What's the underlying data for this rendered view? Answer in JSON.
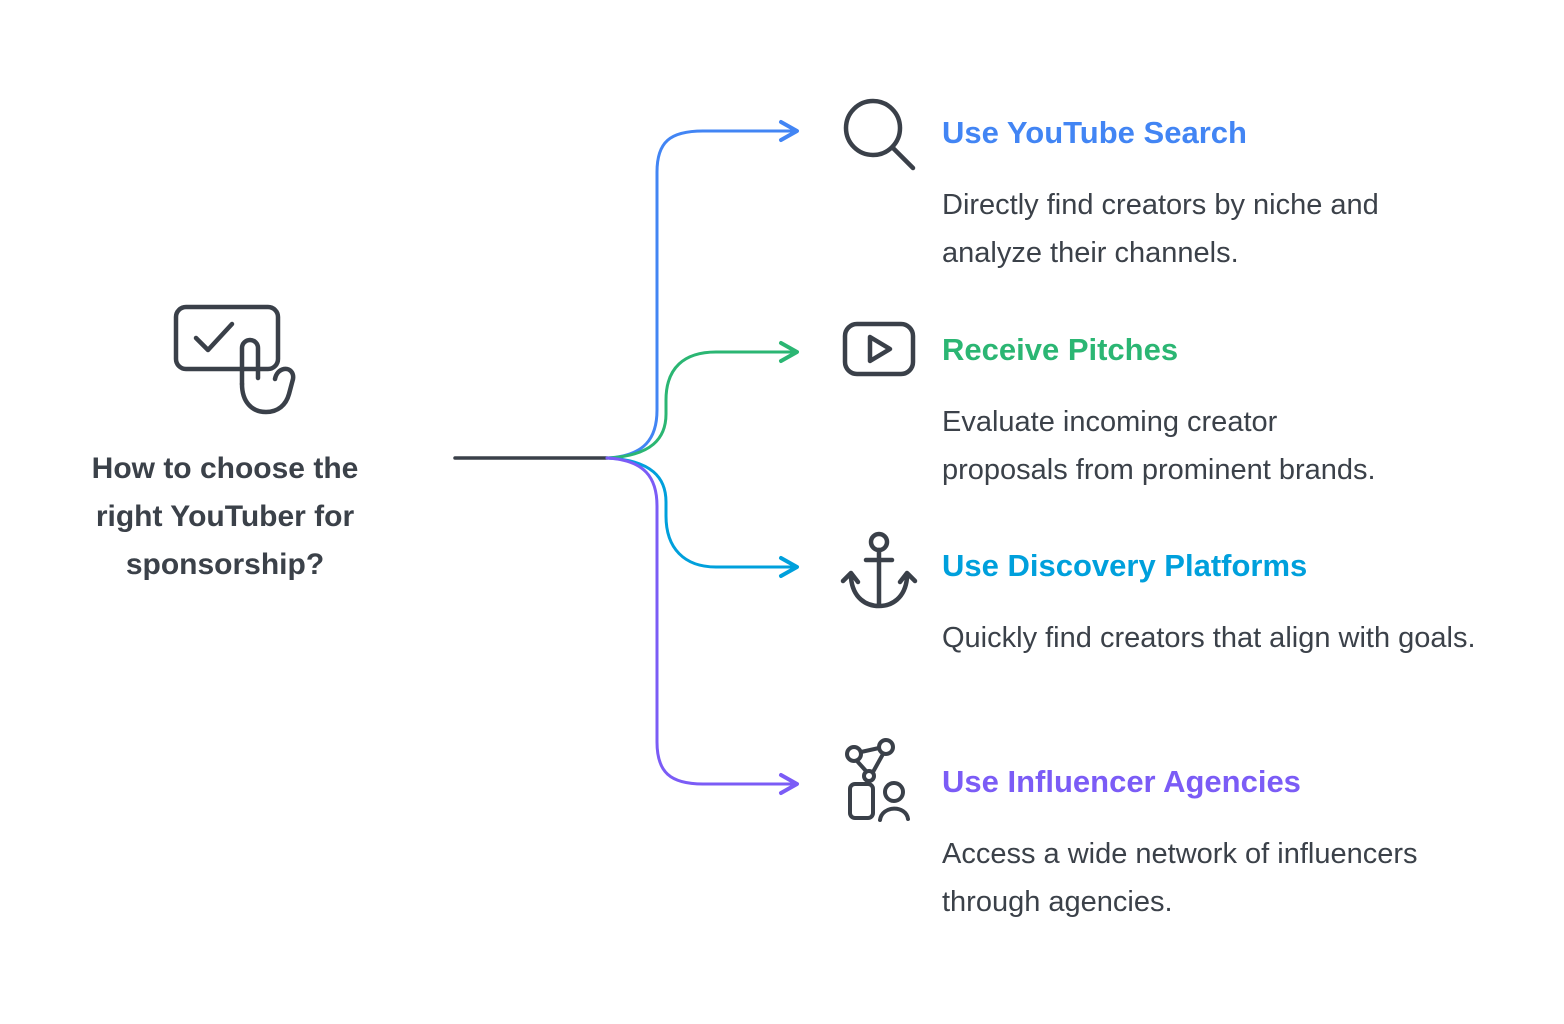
{
  "root": {
    "title": "How to choose the right YouTuber for sponsorship?",
    "icon": "tap-checkbox-icon",
    "text_color": "#3b4149"
  },
  "branches": [
    {
      "label": "Use YouTube Search",
      "description": "Directly find creators by niche and analyze their channels.",
      "icon": "search-icon",
      "color": "#4285f4"
    },
    {
      "label": "Receive Pitches",
      "description": "Evaluate incoming creator proposals from prominent brands.",
      "icon": "video-play-icon",
      "color": "#2bb673"
    },
    {
      "label": "Use Discovery Platforms",
      "description": "Quickly find creators that align with goals.",
      "icon": "anchor-icon",
      "color": "#00a0dc"
    },
    {
      "label": "Use Influencer Agencies",
      "description": "Access a wide network of influencers through agencies.",
      "icon": "influencer-network-icon",
      "color": "#7b5cf6"
    }
  ],
  "connector_colors": {
    "trunk": "#3a4049",
    "branch1": "#4285f4",
    "branch2": "#2bb673",
    "branch3": "#00a0dc",
    "branch4": "#7b5cf6"
  }
}
